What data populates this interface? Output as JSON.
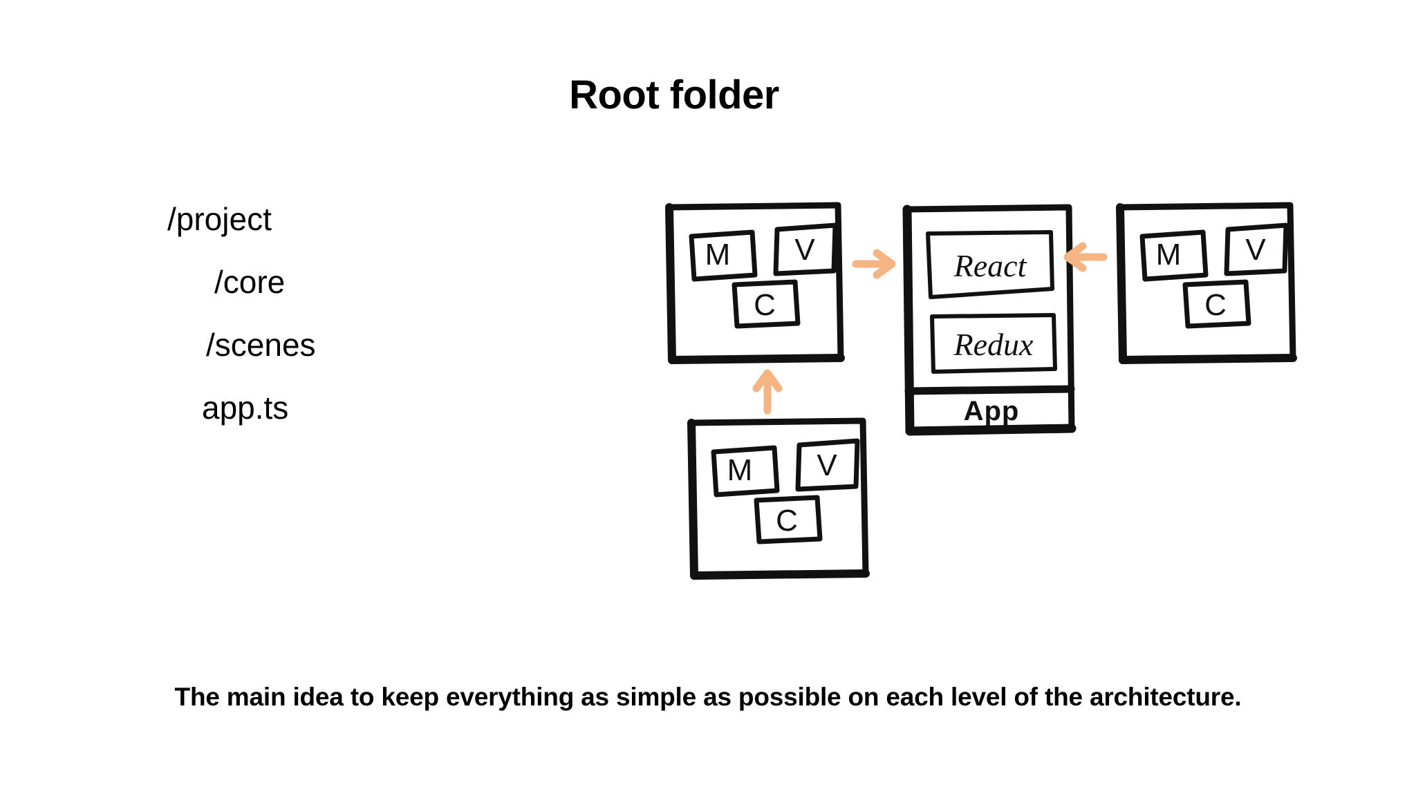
{
  "slide": {
    "title": "Root folder",
    "caption": "The main idea to keep everything as simple as possible on each level of the architecture.",
    "background_color": "#ffffff",
    "text_color": "#000000",
    "accent_color": "#f5b481"
  },
  "folder_tree": {
    "items": [
      {
        "label": "/project",
        "depth": 0,
        "type": "folder"
      },
      {
        "label": "/core",
        "depth": 1,
        "type": "folder"
      },
      {
        "label": "/scenes",
        "depth": 1,
        "type": "folder"
      },
      {
        "label": "app.ts",
        "depth": 1,
        "type": "file"
      }
    ]
  },
  "diagram": {
    "type": "architecture-sketch",
    "arrow_color": "#f5b481",
    "stroke_color": "#111111",
    "nodes": [
      {
        "id": "mvc-left",
        "kind": "mvc-module",
        "labels": [
          "M",
          "V",
          "C"
        ],
        "position": "left"
      },
      {
        "id": "app-center",
        "kind": "app-module",
        "labels": [
          "React",
          "Redux"
        ],
        "footer_label": "App",
        "position": "center"
      },
      {
        "id": "mvc-right",
        "kind": "mvc-module",
        "labels": [
          "M",
          "V",
          "C"
        ],
        "position": "right"
      },
      {
        "id": "mvc-bottom",
        "kind": "mvc-module",
        "labels": [
          "M",
          "V",
          "C"
        ],
        "position": "bottom-left"
      }
    ],
    "arrows": [
      {
        "id": "arrow-left-to-app",
        "from": "mvc-left",
        "to": "app-center",
        "direction": "right"
      },
      {
        "id": "arrow-right-to-app",
        "from": "mvc-right",
        "to": "app-center",
        "direction": "left"
      },
      {
        "id": "arrow-bottom-to-left",
        "from": "mvc-bottom",
        "to": "mvc-left",
        "direction": "up"
      }
    ],
    "node_labels": {
      "m": "M",
      "v": "V",
      "c": "C",
      "react": "React",
      "redux": "Redux",
      "app": "App"
    }
  }
}
